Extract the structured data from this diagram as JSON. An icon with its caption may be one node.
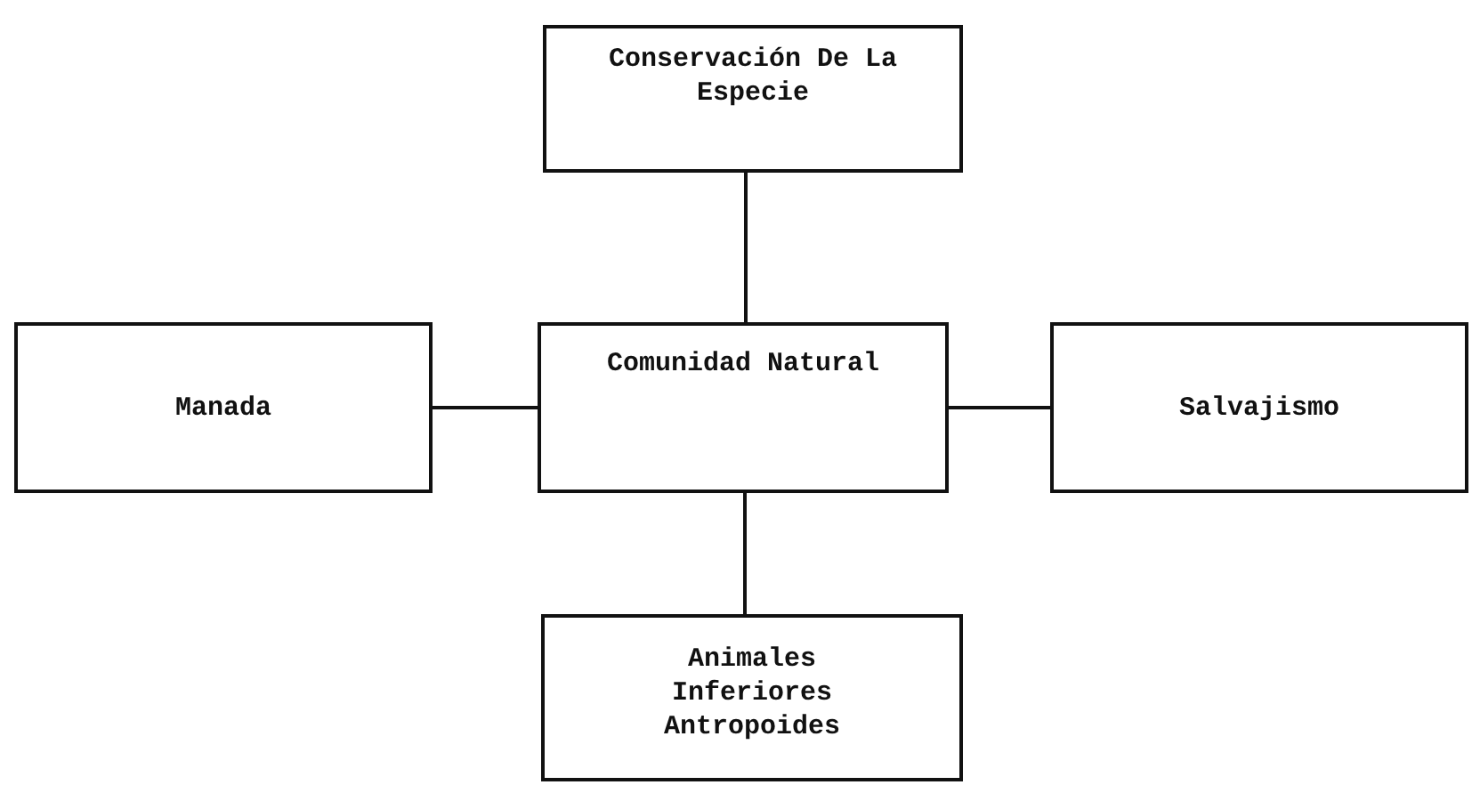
{
  "diagram": {
    "nodes": [
      {
        "text": [
          "Conservación De La Especie"
        ]
      },
      {
        "text": [
          "Manada"
        ]
      },
      {
        "text": [
          "Comunidad Natural"
        ]
      },
      {
        "text": [
          "Salvajismo"
        ]
      },
      {
        "text": [
          "Animales Inferiores Antropoides"
        ]
      }
    ],
    "edges": [
      {
        "from": 2,
        "to": 0,
        "arrow": "none"
      },
      {
        "from": 1,
        "to": 2,
        "arrow": "none"
      },
      {
        "from": 2,
        "to": 3,
        "arrow": "none"
      },
      {
        "from": 2,
        "to": 4,
        "arrow": "none"
      }
    ]
  }
}
